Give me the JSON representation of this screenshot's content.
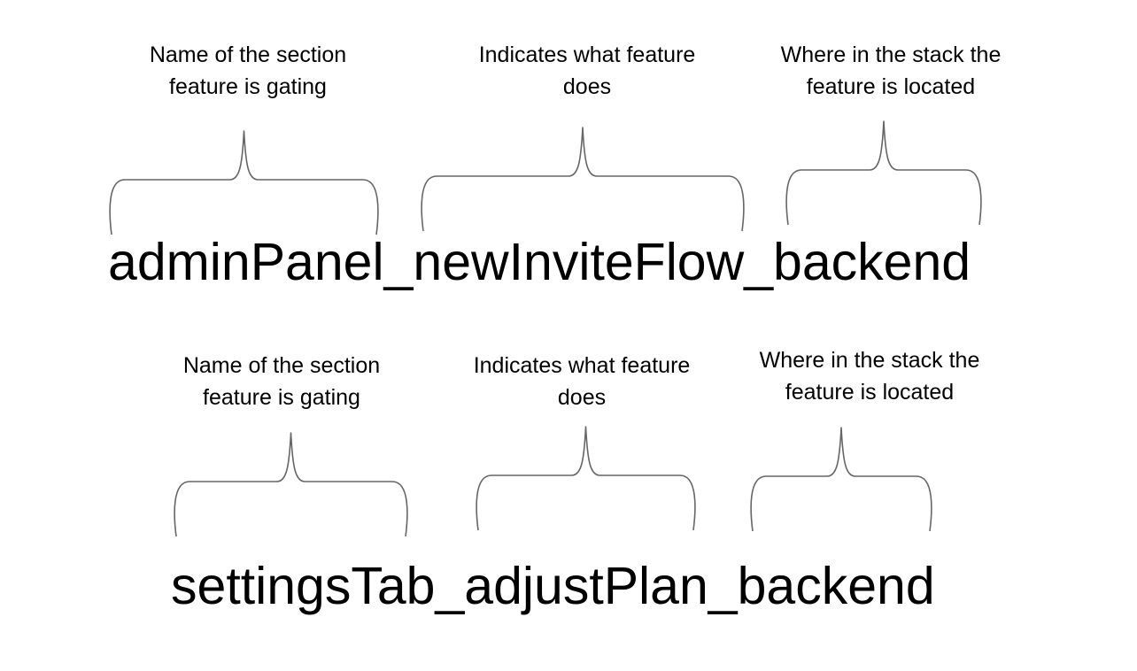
{
  "colors": {
    "background": "#ffffff",
    "text": "#000000",
    "brace": "#666666"
  },
  "rows": [
    {
      "flag_name": "adminPanel_newInviteFlow_backend",
      "labels": [
        {
          "line1": "Name of the section",
          "line2": "feature is gating"
        },
        {
          "line1": "Indicates what feature",
          "line2": "does"
        },
        {
          "line1": "Where in the stack the",
          "line2": "feature is located"
        }
      ]
    },
    {
      "flag_name": "settingsTab_adjustPlan_backend",
      "labels": [
        {
          "line1": "Name of the section",
          "line2": "feature is gating"
        },
        {
          "line1": "Indicates what feature",
          "line2": "does"
        },
        {
          "line1": "Where in the stack the",
          "line2": "feature is located"
        }
      ]
    }
  ]
}
